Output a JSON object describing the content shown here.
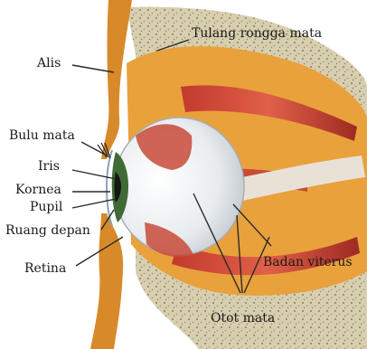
{
  "diagram": {
    "labels": {
      "tulang_rongga_mata": "Tulang rongga mata",
      "alis": "Alis",
      "bulu_mata": "Bulu mata",
      "iris": "Iris",
      "kornea": "Kornea",
      "pupil": "Pupil",
      "ruang_depan": "Ruang depan",
      "retina": "Retina",
      "badan_viterus": "Badan viterus",
      "otot_mata": "Otot mata"
    },
    "colors": {
      "bone": "#d8cfb0",
      "bone_speckle": "#9a9070",
      "fat": "#e9a13c",
      "skin": "#d88a2a",
      "muscle": "#b9332a",
      "muscle_light": "#e05a45",
      "eyeball": "#eef0f2",
      "iris": "#3f6a36",
      "leader_line": "#2a2a2a"
    }
  }
}
